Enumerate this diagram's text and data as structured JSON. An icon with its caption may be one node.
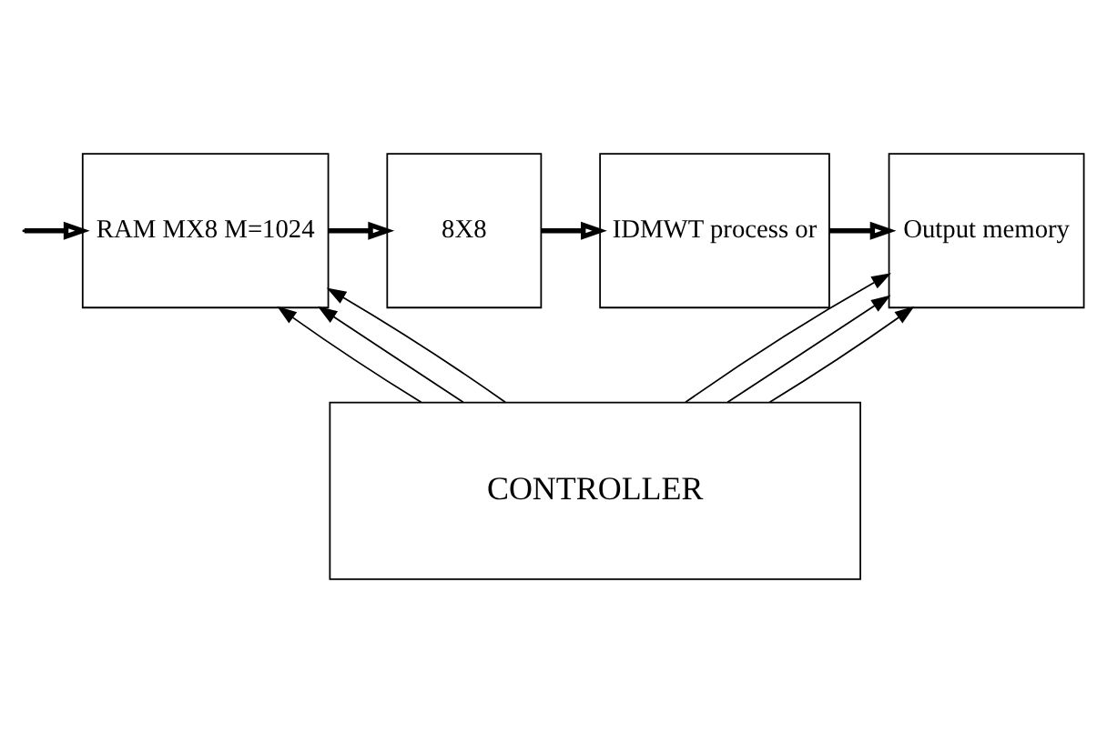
{
  "diagram": {
    "nodes": [
      {
        "text": [
          "RAM MX8 M=1024"
        ]
      },
      {
        "text": [
          "8X8"
        ]
      },
      {
        "text": [
          "IDMWT process or"
        ]
      },
      {
        "text": [
          "Output memory"
        ]
      },
      {
        "text": [
          "CONTROLLER"
        ]
      }
    ],
    "edges": [
      {
        "from": null,
        "to": 0,
        "arrow": "to",
        "style": "thick"
      },
      {
        "from": 0,
        "to": 1,
        "arrow": "to",
        "style": "thick"
      },
      {
        "from": 1,
        "to": 2,
        "arrow": "to",
        "style": "thick"
      },
      {
        "from": 2,
        "to": 3,
        "arrow": "to",
        "style": "thick"
      },
      {
        "from": 4,
        "to": 0,
        "arrow": "to"
      },
      {
        "from": 4,
        "to": 0,
        "arrow": "to"
      },
      {
        "from": 4,
        "to": 0,
        "arrow": "to"
      },
      {
        "from": 4,
        "to": 3,
        "arrow": "to"
      },
      {
        "from": 4,
        "to": 3,
        "arrow": "to"
      },
      {
        "from": 4,
        "to": 3,
        "arrow": "to"
      }
    ]
  }
}
